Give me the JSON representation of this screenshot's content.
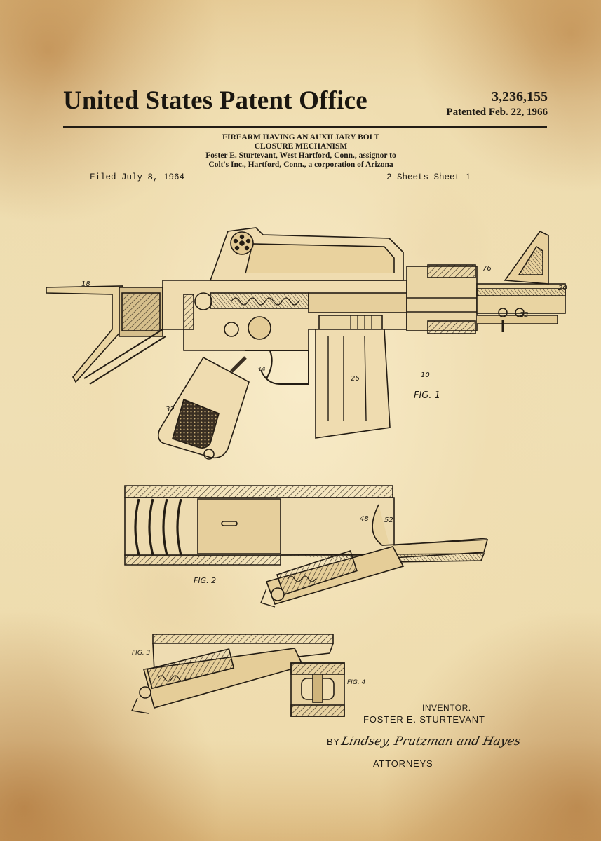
{
  "header": {
    "office": "United States Patent Office",
    "patent_number": "3,236,155",
    "patented_date": "Patented Feb. 22, 1966"
  },
  "invention": {
    "title_line1": "FIREARM HAVING AN AUXILIARY BOLT",
    "title_line2": "CLOSURE MECHANISM",
    "assignment_line1": "Foster E. Sturtevant, West Hartford, Conn., assignor to",
    "assignment_line2": "Colt's Inc., Hartford, Conn., a corporation of Arizona"
  },
  "filing": {
    "filed": "Filed July 8, 1964",
    "sheets": "2 Sheets-Sheet 1"
  },
  "figures": {
    "fig1": "FIG. 1",
    "fig2": "FIG. 2",
    "fig3": "FIG. 3",
    "fig4": "FIG. 4"
  },
  "drawing_labels": {
    "stock": "18",
    "barrel_end": "20",
    "magazine": "26",
    "grip": "32",
    "trigger": "34",
    "assembly_ref": "10",
    "front_sight": "76",
    "gas_tube": "22",
    "receiver": "48",
    "tube_end": "52"
  },
  "signature_block": {
    "inventor_label": "INVENTOR.",
    "inventor_name": "FOSTER  E.  STURTEVANT",
    "by_prefix": "BY",
    "attorney_signature": "Lindsey, Prutzman and Hayes",
    "attorneys_label": "ATTORNEYS"
  }
}
